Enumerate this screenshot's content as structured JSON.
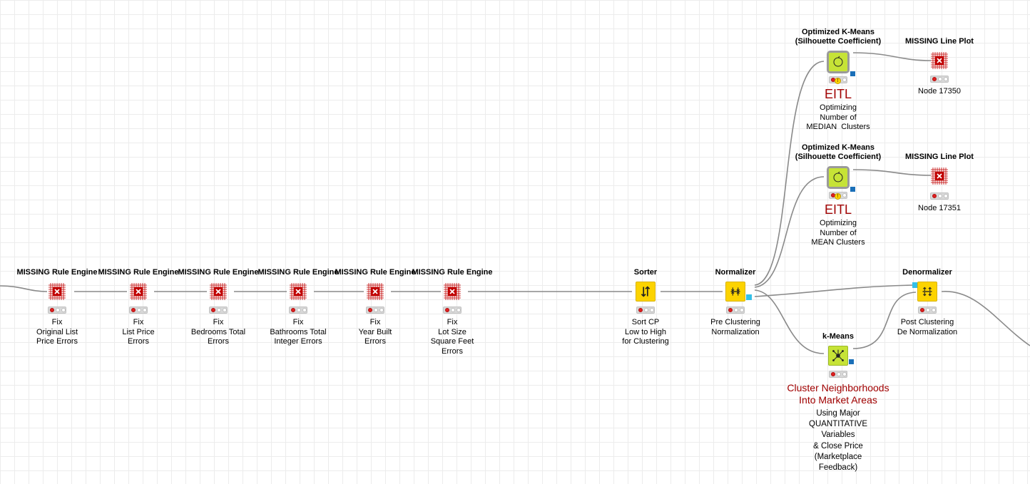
{
  "workflow": {
    "nodes": {
      "rule1": {
        "title": "MISSING Rule Engine",
        "desc": "Fix\nOriginal List\nPrice Errors",
        "icon": "rule-engine-missing-icon"
      },
      "rule2": {
        "title": "MISSING Rule Engine",
        "desc": "Fix\nList Price\nErrors",
        "icon": "rule-engine-missing-icon"
      },
      "rule3": {
        "title": "MISSING Rule Engine",
        "desc": "Fix\nBedrooms Total\nErrors",
        "icon": "rule-engine-missing-icon"
      },
      "rule4": {
        "title": "MISSING Rule Engine",
        "desc": "Fix\nBathrooms Total\nInteger Errors",
        "icon": "rule-engine-missing-icon"
      },
      "rule5": {
        "title": "MISSING Rule Engine",
        "desc": "Fix\nYear Built\nErrors",
        "icon": "rule-engine-missing-icon"
      },
      "rule6": {
        "title": "MISSING Rule Engine",
        "desc": "Fix\nLot Size\nSquare Feet\nErrors",
        "icon": "rule-engine-missing-icon"
      },
      "sorter": {
        "title": "Sorter",
        "desc": "Sort CP\nLow to High\nfor Clustering",
        "icon": "sorter-icon"
      },
      "normalizer": {
        "title": "Normalizer",
        "desc": "Pre Clustering\nNormalization",
        "icon": "normalizer-icon"
      },
      "denormalizer": {
        "title": "Denormalizer",
        "desc": "Post Clustering\nDe Normalization",
        "icon": "denormalizer-icon"
      },
      "kmeans": {
        "title": "k-Means",
        "desc": "Using Major\nQUANTITATIVE\nVariables\n& Close Price\n(Marketplace\nFeedback)",
        "annotation": "Cluster Neighborhoods\nInto Market Areas",
        "icon": "k-means-icon"
      },
      "okm1": {
        "title": "Optimized K-Means\n(Silhouette Coefficient)",
        "annotation": "EITL",
        "desc": "Optimizing\nNumber of\nMEDIAN  Clusters",
        "icon": "optimized-k-means-icon"
      },
      "okm2": {
        "title": "Optimized K-Means\n(Silhouette Coefficient)",
        "annotation": "EITL",
        "desc": "Optimizing\nNumber of\nMEAN Clusters",
        "icon": "optimized-k-means-icon"
      },
      "lineplot1": {
        "title": "MISSING Line Plot",
        "desc": "Node 17350",
        "icon": "line-plot-missing-icon"
      },
      "lineplot2": {
        "title": "MISSING Line Plot",
        "desc": "Node 17351",
        "icon": "line-plot-missing-icon"
      }
    },
    "colors": {
      "missing_red": "#c00000",
      "manipulator_yellow": "#fcd300",
      "learner_green": "#c6e336",
      "annotation_red": "#a00000",
      "port_blue": "#1a6fb8",
      "port_cyan": "#34c0e8"
    }
  }
}
